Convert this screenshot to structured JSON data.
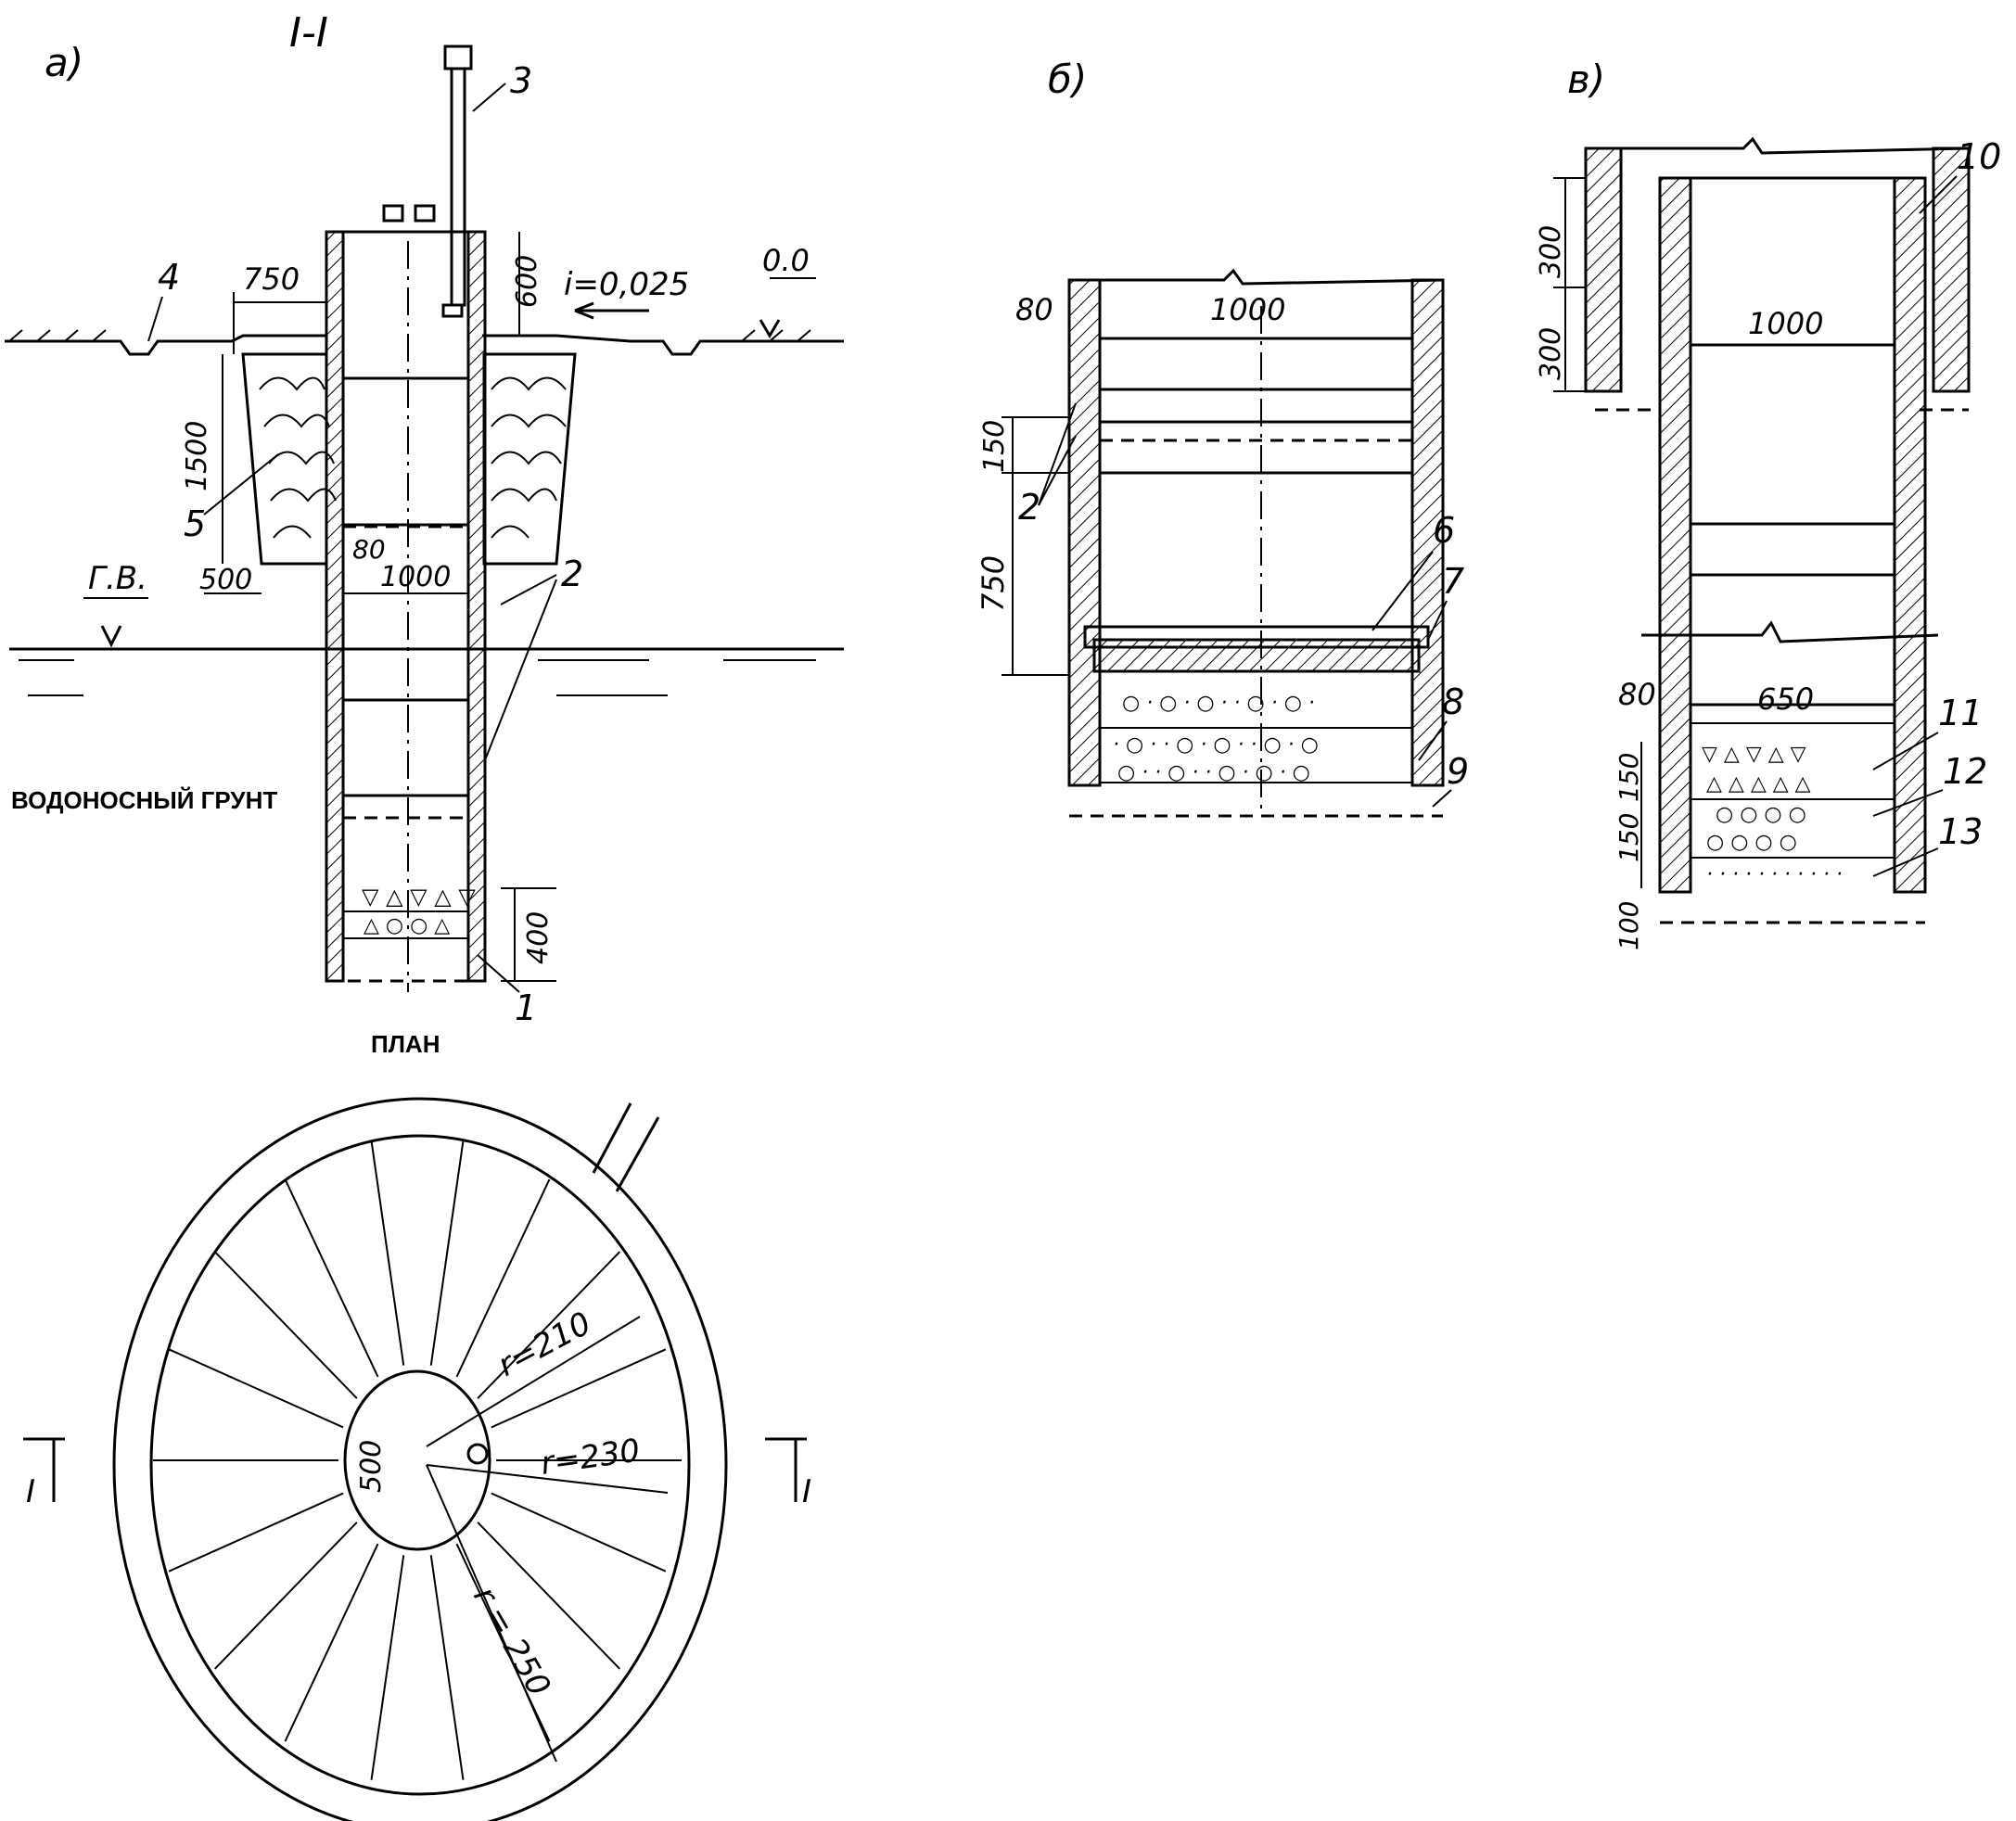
{
  "section": {
    "title": "I-I",
    "label": "а)",
    "ground_label": "ВОДОНОСНЫЙ ГРУНТ",
    "water_level": "Г.В.",
    "level_zero": "0.0",
    "slope": "i=0,025",
    "dims": {
      "d750": "750",
      "d600": "600",
      "d1500": "1500",
      "d500": "500",
      "d80": "80",
      "d1000": "1000",
      "d400": "400"
    },
    "callouts": [
      "1",
      "2",
      "3",
      "4",
      "5"
    ]
  },
  "detail_b": {
    "label": "б)",
    "dims": {
      "d80": "80",
      "d1000": "1000",
      "d150": "150",
      "d750": "750"
    },
    "callouts": [
      "2",
      "6",
      "7",
      "8",
      "9"
    ]
  },
  "detail_v": {
    "label": "в)",
    "dims": {
      "d300a": "300",
      "d300b": "300",
      "d1000": "1000",
      "d80": "80",
      "d650": "650",
      "d150a": "150",
      "d150b": "150",
      "d100": "100"
    },
    "callouts": [
      "10",
      "11",
      "12",
      "13"
    ]
  },
  "plan": {
    "title": "ПЛАН",
    "r210": "r=210",
    "r230": "r=230",
    "r250": "r = 250",
    "d500": "500",
    "section_mark_left": "I",
    "section_mark_right": "I"
  }
}
